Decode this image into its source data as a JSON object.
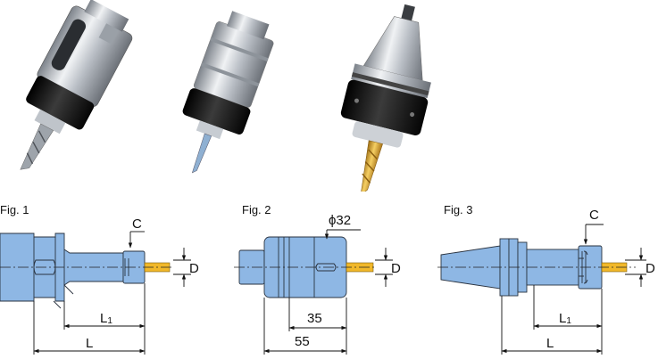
{
  "figures": [
    {
      "label": "Fig. 1",
      "labels": {
        "C": "C",
        "D": "D",
        "L1": "L1",
        "L": "L"
      }
    },
    {
      "label": "Fig. 2",
      "labels": {
        "phi": "ϕ32",
        "D": "D",
        "dim1": "35",
        "dim2": "55"
      }
    },
    {
      "label": "Fig. 3",
      "labels": {
        "C": "C",
        "D": "D",
        "L1": "L1",
        "L": "L"
      }
    }
  ],
  "colors": {
    "body": "#8eb7e4",
    "outline": "#2a3340",
    "tool": "#f1b82a",
    "dark_collar": "#141414",
    "steel": "#c6cbd1"
  }
}
